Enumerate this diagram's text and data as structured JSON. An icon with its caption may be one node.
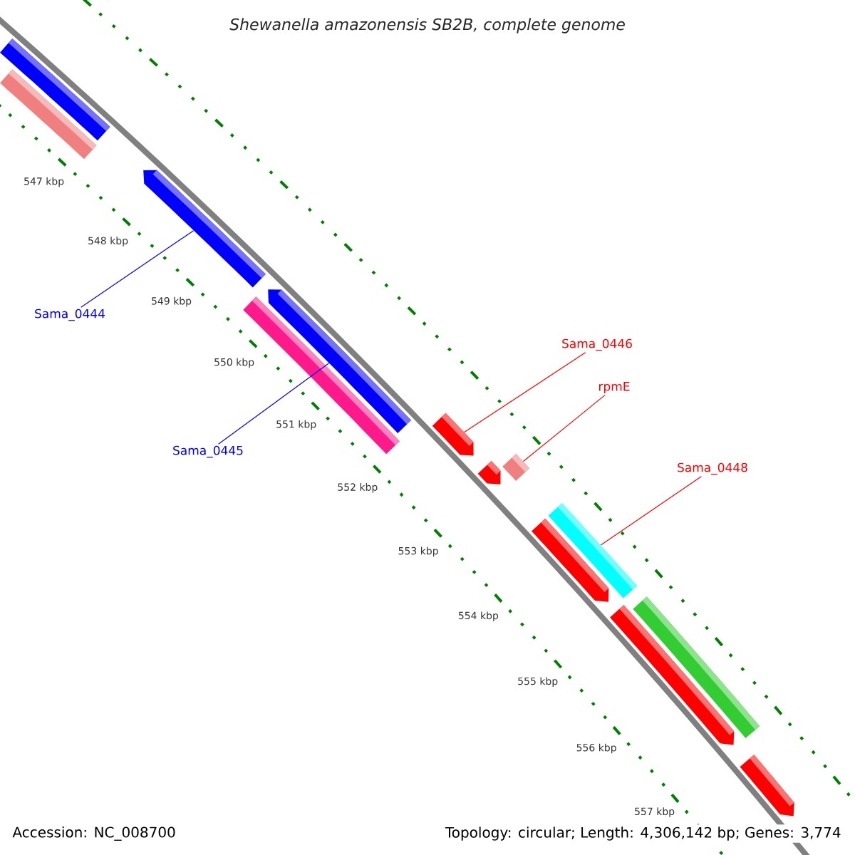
{
  "diagram": {
    "title": "Shewanella amazonensis SB2B, complete genome",
    "nodes": [
      {
        "text": [],
        "shape": "bar"
      },
      {
        "text": [],
        "shape": "bar"
      },
      {
        "text": [],
        "shape": "bar"
      },
      {
        "text": [],
        "shape": "bar"
      },
      {
        "text": [],
        "shape": "bar"
      },
      {
        "text": [],
        "shape": "bar"
      },
      {
        "text": [],
        "shape": "bar"
      },
      {
        "text": [],
        "shape": "bar"
      },
      {
        "text": [],
        "shape": "bar"
      },
      {
        "text": [],
        "shape": "bar"
      },
      {
        "text": [],
        "shape": "bar"
      },
      {
        "text": [],
        "shape": "bar"
      },
      {
        "text": [],
        "shape": "bar"
      },
      {
        "text": [
          "Sama_0444"
        ]
      },
      {
        "text": [
          "Sama_0446"
        ]
      },
      {
        "text": [
          "rpmE"
        ]
      },
      {
        "text": [
          "Sama_0445"
        ]
      },
      {
        "text": [
          "Sama_0448"
        ]
      }
    ],
    "edges": [
      {
        "from": 13,
        "to": 2,
        "arrow": "none",
        "color": "#0000ff"
      },
      {
        "from": 14,
        "to": 5,
        "arrow": "none"
      },
      {
        "from": 15,
        "to": 7,
        "arrow": "none"
      },
      {
        "from": 16,
        "to": 4,
        "arrow": "none",
        "color": "#0000ff"
      },
      {
        "from": 17,
        "to": 9,
        "arrow": "none"
      }
    ],
    "labels": [
      "547 kbp",
      "548 kbp",
      "549 kbp",
      "550 kbp",
      "551 kbp",
      "552 kbp",
      "553 kbp",
      "554 kbp",
      "555 kbp",
      "556 kbp",
      "557 kbp",
      "Accession: NC_008700",
      "Topology: circular; Length: 4,306,142 bp; Genes: 3,774"
    ]
  }
}
